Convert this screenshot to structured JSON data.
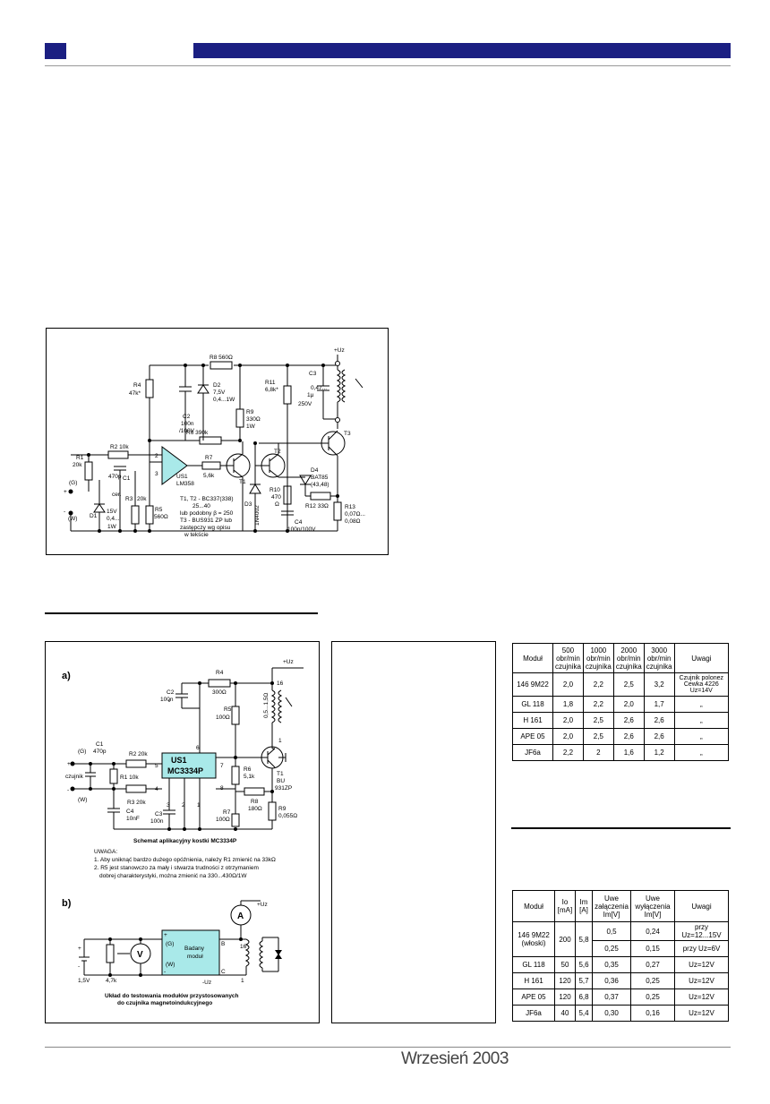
{
  "fig1": {
    "labels": {
      "r8": "R8 560Ω",
      "uz": "+Uz",
      "c3": "C3",
      "c3v": "0,47...",
      "c3v2": "1μ",
      "c3v3": "250V",
      "r4": "R4",
      "r4v": "47k*",
      "d2": "D2",
      "d2v": "7,5V",
      "d2v2": "0,4...1W",
      "r11": "R11",
      "r11v": "6,8k*",
      "c2": "C2",
      "c2v": "100n",
      "c2v2": "/100V",
      "r9": "R9",
      "r9v": "330Ω",
      "r9v2": "1W",
      "r6": "R6 390k",
      "t3": "T3",
      "r1": "R1",
      "r1v": "20k",
      "r2": "R2 10k",
      "t2": "T2",
      "n2": "2",
      "n3": "3",
      "r7": "R7",
      "r7v": "5,6k",
      "us1": "US1",
      "us1v": "LM358",
      "t1": "T1",
      "d4": "D4",
      "d4v": "BAT85",
      "d4v2": "(43,48)",
      "g": "(G)",
      "plus": "+",
      "c1": "470p",
      "c1n": "C1",
      "cer": "cer.",
      "r3": "R3",
      "r3v": "20k",
      "d1": "D1",
      "d1v": "15V",
      "d1v2": "0,4...",
      "d1v3": "1W",
      "r5": "R5",
      "r5v": "560Ω",
      "d3": "D3",
      "d3v": "1N4002",
      "r10": "R10",
      "r10v": "470",
      "r10v2": "Ω",
      "r12": "R12 33Ω",
      "r13": "R13",
      "r13v": "0,07Ω...",
      "r13v2": "0,08Ω",
      "c4": "C4",
      "c4v": "100n/100V",
      "minus": "-",
      "w": "(W)",
      "note1": "T1, T2 - BC337(338)",
      "note2": "25...40",
      "note3": "lub podobny β = 250",
      "note4": "T3 - BUS931 ZP lub",
      "note5": "zastępczy wg opisu",
      "note6": "w tekście"
    }
  },
  "fig2": {
    "a": "a)",
    "b": "b)",
    "labels": {
      "uz": "+Uz",
      "r4": "R4",
      "r4v": "300Ω",
      "c2": "C2",
      "c2v": "100n",
      "n16": "16",
      "coil": "0,5...1,5Ω",
      "r5": "R5",
      "r5v": "100Ω",
      "n1": "1",
      "c1": "C1",
      "c1v": "470p",
      "g": "(G)",
      "r2": "R2 20k",
      "plus": "+",
      "czujnik": "czujnik",
      "r1": "R1 10k",
      "minus": "-",
      "w": "(W)",
      "r3": "R3 20k",
      "c4": "C4",
      "c4v": "10nF",
      "c3": "C3",
      "c3v": "100n",
      "us1": "US1",
      "us1v": "MC3334P",
      "p5": "5",
      "p4": "4",
      "p6": "6",
      "p7": "7",
      "p8": "8",
      "p3": "3",
      "p2": "2",
      "p1": "1",
      "r6": "R6",
      "r6v": "5,1k",
      "t1": "T1",
      "t1v": "BU",
      "t1v2": "931ZP",
      "r7": "R7",
      "r7v": "100Ω",
      "r8": "R8",
      "r8v": "180Ω",
      "r9": "R9",
      "r9v": "0,055Ω",
      "caption": "Schemat aplikacyjny kostki MC3334P",
      "note0": "UWAGA:",
      "note1": "1. Aby uniknąć bardzo dużego opóźnienia, należy R1 zmienić na 33kΩ",
      "note2": "2. R5 jest stanowczo za mały i stwarza trudności z otrzymaniem",
      "note3": "dobrej charakterystyki, można zmienić na 330...430Ω/1W",
      "b_plus": "+",
      "b_minus": "-",
      "b_v": "V",
      "b_a": "A",
      "b_uz": "+Uz",
      "b_15": "1,5V",
      "b_47": "4,7k",
      "b_g": "(G)",
      "b_w": "(W)",
      "b_mod1": "Badany",
      "b_mod2": "moduł",
      "b_b": "B",
      "b_c": "C",
      "b_16": "16",
      "b_1": "1",
      "b_muz": "-Uz",
      "b_cap1": "Układ do testowania modułów przystosowanych",
      "b_cap2": "do czujnika magnetoindukcyjnego"
    }
  },
  "table1": {
    "headers": [
      "Moduł",
      "500 obr/min czujnika",
      "1000 obr/min czujnika",
      "2000 obr/min czujnika",
      "3000 obr/min czujnika",
      "Uwagi"
    ],
    "rows": [
      [
        "146 9M22",
        "2,0",
        "2,2",
        "2,5",
        "3,2",
        "Czujnik polonez Cewka 4226 Uz=14V"
      ],
      [
        "GL 118",
        "1,8",
        "2,2",
        "2,0",
        "1,7",
        "„"
      ],
      [
        "H 161",
        "2,0",
        "2,5",
        "2,6",
        "2,6",
        "„"
      ],
      [
        "APE 05",
        "2,0",
        "2,5",
        "2,6",
        "2,6",
        "„"
      ],
      [
        "JF6a",
        "2,2",
        "2",
        "1,6",
        "1,2",
        "„"
      ]
    ]
  },
  "table2": {
    "headers": [
      "Moduł",
      "Io [mA]",
      "Im [A]",
      "Uwe załączenia Im[V]",
      "Uwe wyłączenia Im[V]",
      "Uwagi"
    ],
    "first": {
      "mod": "146 9M22 (włoski)",
      "io": "200",
      "im": "5,8",
      "a1": "0,5",
      "b1": "0,24",
      "u1": "przy Uz=12...15V",
      "a2": "0,25",
      "b2": "0,15",
      "u2": "przy Uz=6V"
    },
    "rows": [
      [
        "GL 118",
        "50",
        "5,6",
        "0,35",
        "0,27",
        "Uz=12V"
      ],
      [
        "H 161",
        "120",
        "5,7",
        "0,36",
        "0,25",
        "Uz=12V"
      ],
      [
        "APE 05",
        "120",
        "6,8",
        "0,37",
        "0,25",
        "Uz=12V"
      ],
      [
        "JF6a",
        "40",
        "5,4",
        "0,30",
        "0,16",
        "Uz=12V"
      ]
    ]
  },
  "footer": {
    "date": "Wrzesień 2003"
  }
}
